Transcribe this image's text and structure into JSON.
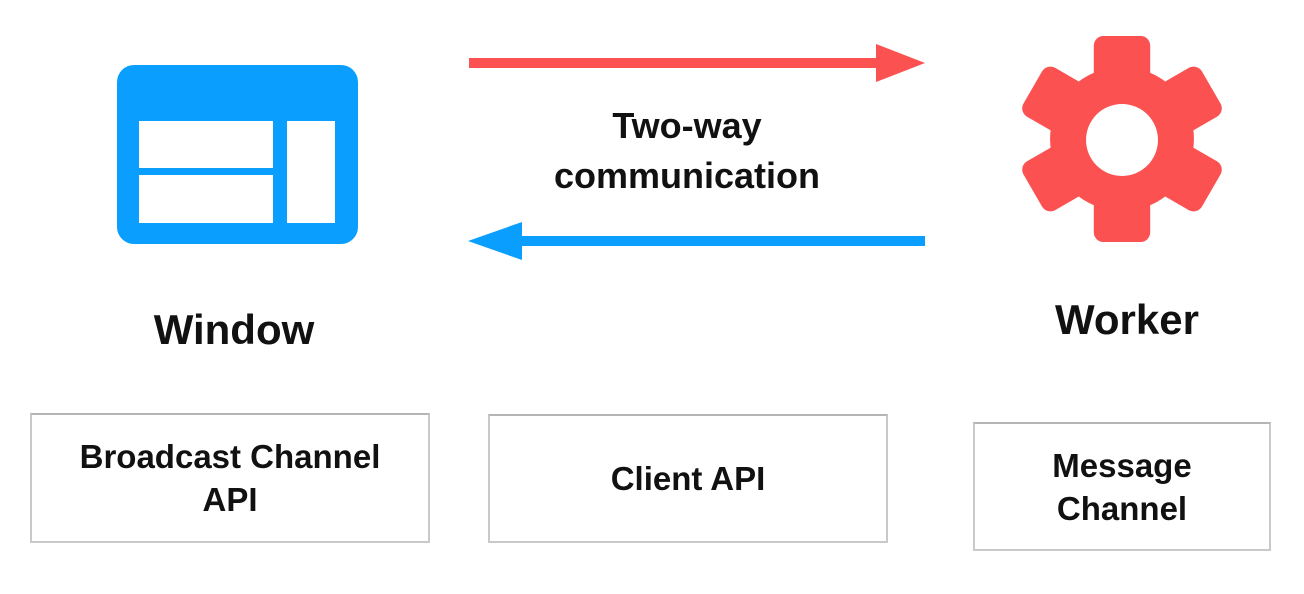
{
  "diagram": {
    "center_label": "Two-way communication",
    "nodes": {
      "window": {
        "label": "Window",
        "icon": "browser-window-icon"
      },
      "worker": {
        "label": "Worker",
        "icon": "gear-icon"
      }
    },
    "arrows": [
      {
        "name": "window-to-worker-arrow",
        "direction": "right",
        "color": "#fc5151"
      },
      {
        "name": "worker-to-window-arrow",
        "direction": "left",
        "color": "#0a9fff"
      }
    ],
    "channels": [
      {
        "name": "broadcast-channel-api",
        "lines": [
          "Broadcast Channel",
          "API"
        ]
      },
      {
        "name": "client-api",
        "lines": [
          "Client API"
        ]
      },
      {
        "name": "message-channel",
        "lines": [
          "Message",
          "Channel"
        ]
      }
    ],
    "colors": {
      "blue": "#0a9fff",
      "red": "#fc5151",
      "text": "#111111",
      "box_border": "#c9c9c9",
      "background": "#ffffff"
    }
  }
}
